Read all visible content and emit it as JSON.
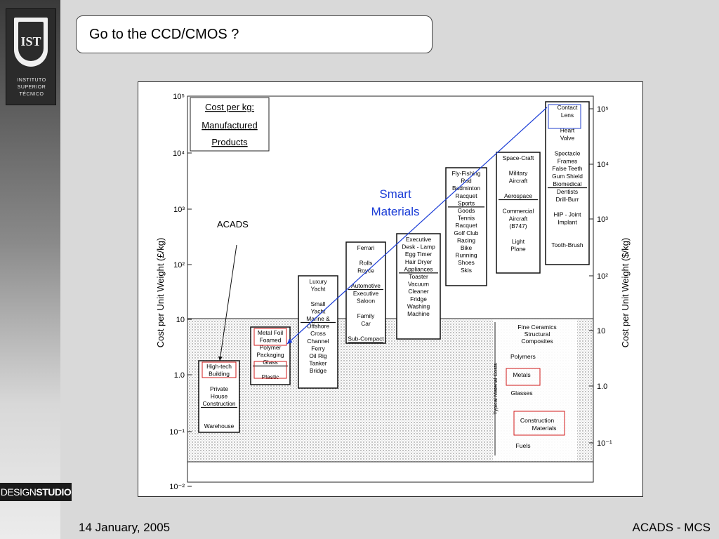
{
  "logo": {
    "name": "Instituto Superior Técnico logo",
    "mark": "IST",
    "lines": [
      "INSTITUTO",
      "SUPERIOR",
      "TÉCNICO"
    ]
  },
  "brand": {
    "design": "DESIGN",
    "studio": "STUDIO"
  },
  "slide": {
    "title": "Go to the CCD/CMOS ?",
    "date": "14 January, 2005",
    "footer": "ACADS - MCS"
  },
  "figure": {
    "boxed_title": [
      "Cost per kg:",
      "Manufactured",
      "Products"
    ],
    "left_axis_label": "Cost per Unit Weight (£/kg)",
    "right_axis_label": "Cost per Unit Weight ($/kg)",
    "left_ticks": [
      "10⁵",
      "10⁴",
      "10³",
      "10²",
      "10",
      "1.0",
      "10⁻¹",
      "10⁻²"
    ],
    "right_ticks": [
      "10⁵",
      "10⁴",
      "10³",
      "10²",
      "10",
      "1.0",
      "10⁻¹"
    ],
    "annotation_acads": "ACADS",
    "annotation_smart": [
      "Smart",
      "Materials"
    ],
    "typical_material_costs": "Typical Material Costs",
    "columns": [
      [
        "High-tech",
        "Building",
        "",
        "Private",
        "House",
        "Construction",
        "",
        "",
        "Warehouse"
      ],
      [
        "Metal Foil",
        "Foamed",
        "Polymer",
        "Packaging",
        "Glass",
        "",
        "Plastic"
      ],
      [
        "Luxury",
        "Yacht",
        "",
        "Small",
        "Yacht",
        "Marine &",
        "Offshore",
        "Cross",
        "Channel",
        "Ferry",
        "Oil Rig",
        "Tanker",
        "Bridge"
      ],
      [
        "Ferrari",
        "",
        "Rolls",
        "Royce",
        "",
        "Automotive",
        "Executive",
        "Saloon",
        "",
        "Family",
        "Car",
        "",
        "Sub-Compact"
      ],
      [
        "Executive",
        "Desk - Lamp",
        "Egg Timer",
        "Hair Dryer",
        "Appliances",
        "Toaster",
        "Vacuum",
        "Cleaner",
        "Fridge",
        "Washing",
        "Machine"
      ],
      [
        "Fly-Fishing",
        "Rod",
        "Badminton",
        "Racquet",
        "Sports",
        "Goods",
        "Tennis",
        "Racquet",
        "Golf Club",
        "Racing",
        "Bike",
        "Running",
        "Shoes",
        "Skis"
      ],
      [
        "Space-Craft",
        "",
        "Military",
        "Aircraft",
        "",
        "Aerospace",
        "",
        "Commercial",
        "Aircraft",
        "(B747)",
        "",
        "Light",
        "Plane"
      ],
      [
        "Contact",
        "Lens",
        "",
        "Heart",
        "Valve",
        "",
        "Spectacle",
        "Frames",
        "False Teeth",
        "Gum Shield",
        "Biomedical",
        "Dentists",
        "Drill-Burr",
        "",
        "HIP - Joint",
        "Implant",
        "",
        "",
        "Tooth-Brush"
      ]
    ],
    "material_scale": [
      "Fine Ceramics",
      "Structural",
      "Composites",
      "Polymers",
      "Metals",
      "Glasses",
      "Construction",
      "Materials",
      "Fuels"
    ],
    "colors": {
      "highlight_red": "#d11919",
      "highlight_blue": "#1f3fcc",
      "arrow_blue": "#1a3cd6"
    }
  }
}
